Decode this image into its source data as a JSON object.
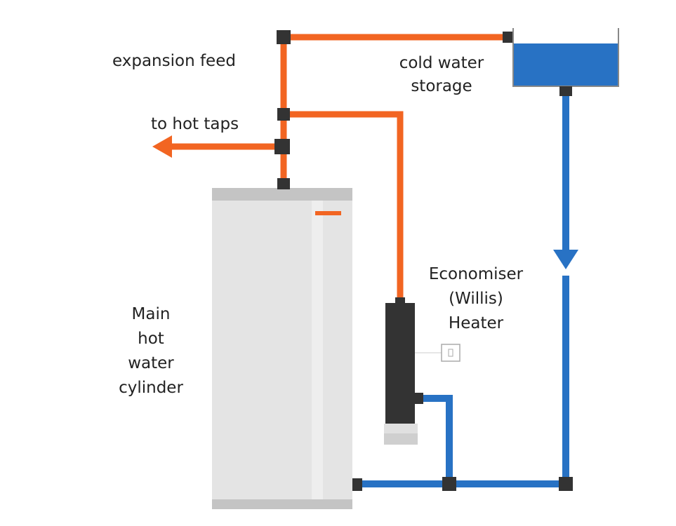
{
  "labels": {
    "expansion_feed": "expansion feed",
    "cold_water_storage_line1": "cold water",
    "cold_water_storage_line2": "storage",
    "to_hot_taps": "to hot taps",
    "economiser_line1": "Economiser",
    "economiser_line2": "(Willis)",
    "economiser_line3": "Heater",
    "cylinder_line1": "Main",
    "cylinder_line2": "hot",
    "cylinder_line3": "water",
    "cylinder_line4": "cylinder"
  },
  "colors": {
    "hot_pipe": "#f26522",
    "cold_pipe": "#2872c4",
    "connector": "#333333",
    "cylinder_body": "#e4e4e4",
    "cylinder_trim": "#c4c4c4",
    "tank_water": "#2872c4",
    "tank_wall": "#888888",
    "heater_body": "#333333",
    "heater_base": "#d8d8d8"
  }
}
